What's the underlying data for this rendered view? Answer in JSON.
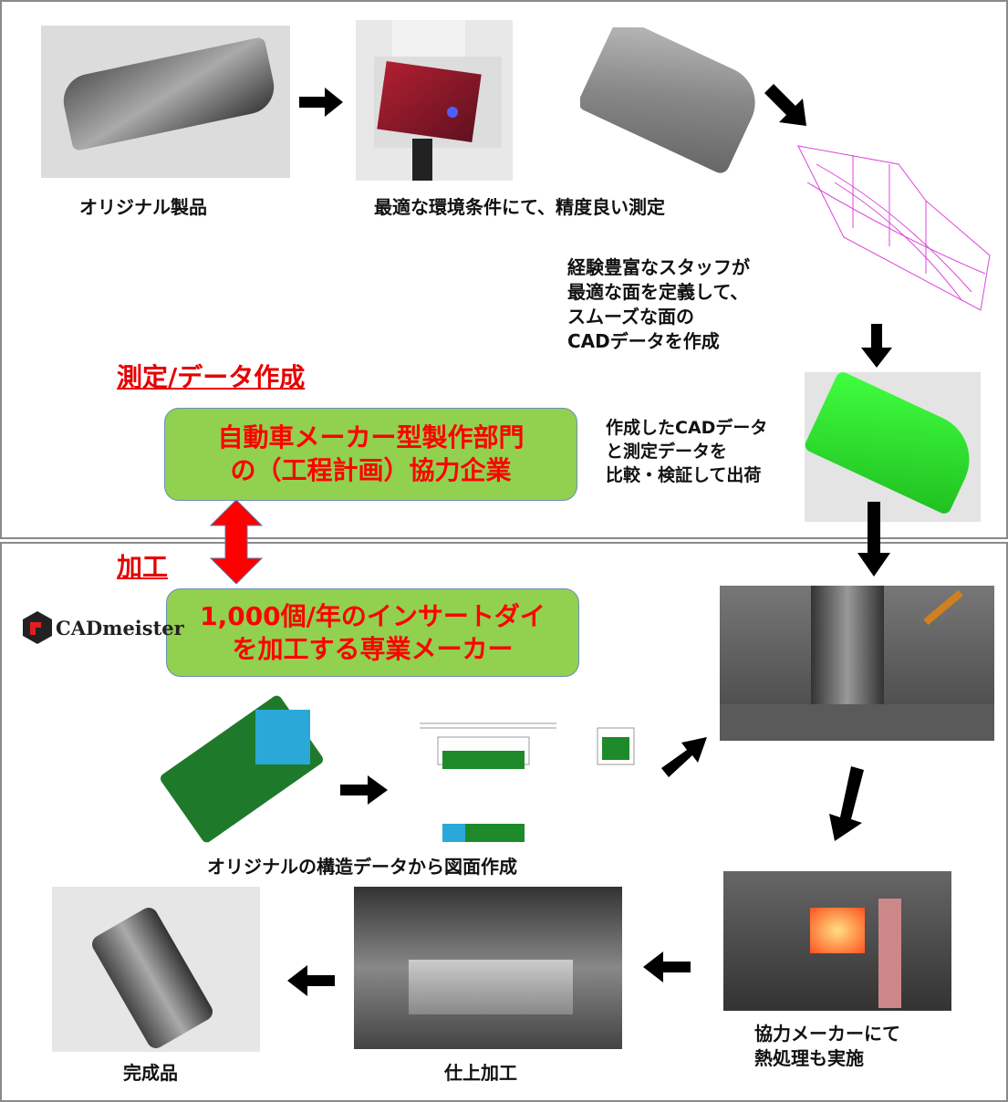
{
  "sections": {
    "measure_title": "測定/データ作成",
    "machining_title": "加工"
  },
  "labels": {
    "original_product": "オリジナル製品",
    "measurement": "最適な環境条件にて、精度良い測定",
    "staff_cad": [
      "経験豊富なスタッフが",
      "最適な面を定義して、",
      "スムーズな面の",
      "CADデータを作成"
    ],
    "compare": [
      "作成したCADデータ",
      "と測定データを",
      "比較・検証して出荷"
    ],
    "drawing": "オリジナルの構造データから図面作成",
    "heat": [
      "協力メーカーにて",
      "熱処理も実施"
    ],
    "finishing": "仕上加工",
    "finished": "完成品"
  },
  "boxes": {
    "partner": [
      "自動車メーカー型製作部門",
      "の（工程計画）協力企業"
    ],
    "maker": [
      "1,000個/年のインサートダイ",
      "を加工する専業メーカー"
    ]
  },
  "logo": "CADmeister",
  "colors": {
    "accent": "#e60000",
    "box": "#92d050"
  }
}
